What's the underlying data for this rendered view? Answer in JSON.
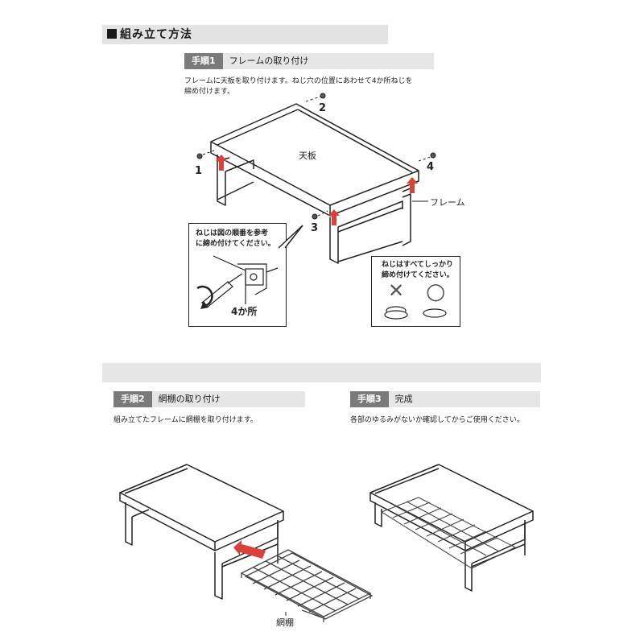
{
  "section": {
    "title": "組み立て方法"
  },
  "step1": {
    "tag": "手順1",
    "title": "フレームの取り付け",
    "desc_line1": "フレームに天板を取り付けます。ねじ穴の位置にあわせて4か所ねじを",
    "desc_line2": "締め付けます。",
    "label_top": "天板",
    "label_frame": "フレーム",
    "screw_numbers": [
      "1",
      "2",
      "3",
      "4"
    ],
    "callout_left": {
      "line1": "ねじは図の順番を参考",
      "line2": "に締め付けてください。",
      "count": "4か所"
    },
    "callout_right": {
      "line1": "ねじはすべてしっかり",
      "line2": "締め付けてください。",
      "bad_mark": "✕",
      "good_mark": "○"
    }
  },
  "step2": {
    "tag": "手順2",
    "title": "網棚の取り付け",
    "desc": "組み立てたフレームに網棚を取り付けます。",
    "label_shelf": "網棚"
  },
  "step3": {
    "tag": "手順3",
    "title": "完成",
    "desc": "各部のゆるみがないか確認してからご使用ください。"
  },
  "colors": {
    "header_bg": "#e6e6e6",
    "tag_bg": "#7a7a7a",
    "arrow": "#d9413a"
  }
}
